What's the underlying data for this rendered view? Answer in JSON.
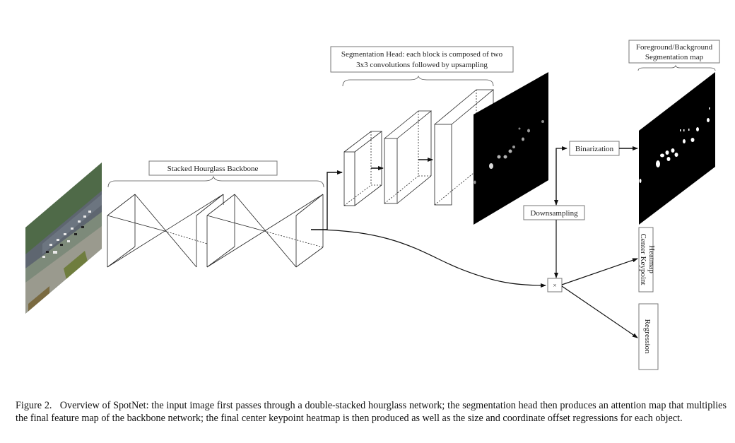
{
  "figure": {
    "labels": {
      "backbone": "Stacked Hourglass Backbone",
      "seg_head_line1": "Segmentation Head: each block is composed of two",
      "seg_head_line2": "3x3 convolutions followed by upsampling",
      "fg_bg_line1": "Foreground/Background",
      "fg_bg_line2": "Segmentation map",
      "binarization": "Binarization",
      "downsampling": "Downsampling",
      "multiply": "×",
      "heatmap_line1": "Center Keypoint",
      "heatmap_line2": "Heatmap",
      "regression": "Regression"
    },
    "images": {
      "input": "aerial-traffic-input-image",
      "attention": "attention-map-image",
      "segmentation": "binary-segmentation-map-image"
    }
  },
  "caption": {
    "text": "Figure 2.   Overview of SpotNet: the input image first passes through a double-stacked hourglass network; the segmentation head then produces an attention map that multiplies the final feature map of the backbone network; the final center keypoint heatmap is then produced as well as the size and coordinate offset regressions for each object."
  }
}
